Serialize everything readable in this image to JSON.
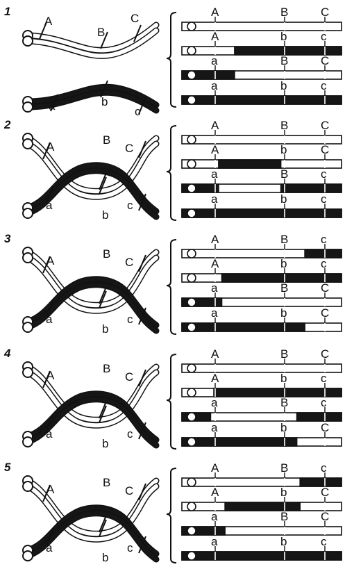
{
  "panels": [
    {
      "number": "1",
      "left_labels_top": [
        "A",
        "B",
        "C"
      ],
      "left_labels_bottom": [
        "a",
        "b",
        "c"
      ],
      "chromatids": [
        {
          "labels": [
            "A",
            "B",
            "C"
          ],
          "dark": []
        },
        {
          "labels": [
            "A",
            "b",
            "c"
          ],
          "dark": [
            [
              0.33,
              1.0
            ]
          ]
        },
        {
          "labels": [
            "a",
            "B",
            "C"
          ],
          "dark": [
            [
              0.0,
              0.33
            ]
          ]
        },
        {
          "labels": [
            "a",
            "b",
            "c"
          ],
          "dark": [
            [
              0.0,
              1.0
            ]
          ]
        }
      ]
    },
    {
      "number": "2",
      "left_labels_top": [
        "A",
        "B",
        "C"
      ],
      "left_labels_bottom": [
        "a",
        "b",
        "c"
      ],
      "chromatids": [
        {
          "labels": [
            "A",
            "B",
            "C"
          ],
          "dark": []
        },
        {
          "labels": [
            "A",
            "b",
            "C"
          ],
          "dark": [
            [
              0.23,
              0.62
            ]
          ]
        },
        {
          "labels": [
            "a",
            "B",
            "c"
          ],
          "dark": [
            [
              0.0,
              0.23
            ],
            [
              0.62,
              1.0
            ]
          ]
        },
        {
          "labels": [
            "a",
            "b",
            "c"
          ],
          "dark": [
            [
              0.0,
              1.0
            ]
          ]
        }
      ]
    },
    {
      "number": "3",
      "left_labels_top": [
        "A",
        "B",
        "C"
      ],
      "left_labels_bottom": [
        "a",
        "b",
        "c"
      ],
      "chromatids": [
        {
          "labels": [
            "A",
            "B",
            "c"
          ],
          "dark": [
            [
              0.77,
              1.0
            ]
          ]
        },
        {
          "labels": [
            "A",
            "b",
            "c"
          ],
          "dark": [
            [
              0.25,
              1.0
            ]
          ]
        },
        {
          "labels": [
            "a",
            "B",
            "C"
          ],
          "dark": [
            [
              0.0,
              0.25
            ]
          ]
        },
        {
          "labels": [
            "a",
            "b",
            "C"
          ],
          "dark": [
            [
              0.0,
              0.77
            ]
          ]
        }
      ]
    },
    {
      "number": "4",
      "left_labels_top": [
        "A",
        "B",
        "C"
      ],
      "left_labels_bottom": [
        "a",
        "b",
        "c"
      ],
      "chromatids": [
        {
          "labels": [
            "A",
            "B",
            "C"
          ],
          "dark": []
        },
        {
          "labels": [
            "A",
            "b",
            "c"
          ],
          "dark": [
            [
              0.2,
              1.0
            ]
          ]
        },
        {
          "labels": [
            "a",
            "B",
            "c"
          ],
          "dark": [
            [
              0.0,
              0.18
            ],
            [
              0.72,
              1.0
            ]
          ]
        },
        {
          "labels": [
            "a",
            "b",
            "C"
          ],
          "dark": [
            [
              0.0,
              0.72
            ]
          ]
        }
      ]
    },
    {
      "number": "5",
      "left_labels_top": [
        "A",
        "B",
        "C"
      ],
      "left_labels_bottom": [
        "a",
        "b",
        "c"
      ],
      "chromatids": [
        {
          "labels": [
            "A",
            "B",
            "c"
          ],
          "dark": [
            [
              0.74,
              1.0
            ]
          ]
        },
        {
          "labels": [
            "A",
            "b",
            "C"
          ],
          "dark": [
            [
              0.27,
              0.74
            ]
          ]
        },
        {
          "labels": [
            "a",
            "B",
            "C"
          ],
          "dark": [
            [
              0.0,
              0.27
            ]
          ]
        },
        {
          "labels": [
            "a",
            "b",
            "c"
          ],
          "dark": [
            [
              0.0,
              1.0
            ]
          ]
        }
      ]
    }
  ],
  "colors": {
    "dark": "#161616",
    "light": "#ffffff",
    "stroke": "#111111"
  }
}
